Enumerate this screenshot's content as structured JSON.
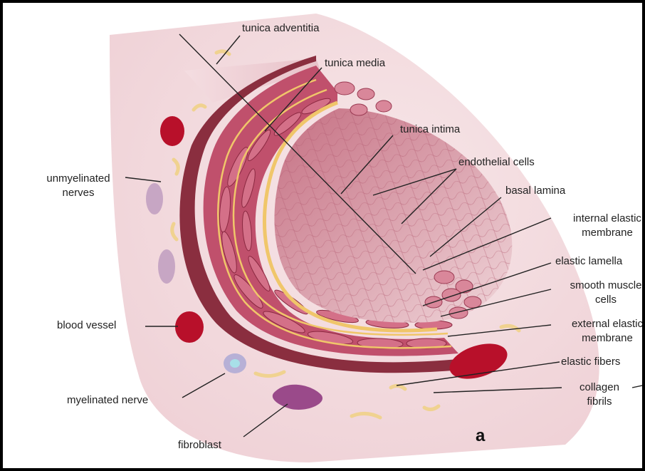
{
  "labels": {
    "tunica_adventitia": "tunica adventitia",
    "tunica_media": "tunica  media",
    "tunica_intima": "tunica  intima",
    "endothelial_cells": "endothelial cells",
    "basal_lamina": "basal lamina",
    "internal_elastic_membrane_1": "internal elastic",
    "internal_elastic_membrane_2": "membrane",
    "elastic_lamella": "elastic lamella",
    "smooth_muscle_cells_1": "smooth muscle",
    "smooth_muscle_cells_2": "cells",
    "external_elastic_membrane_1": "external elastic",
    "external_elastic_membrane_2": "membrane",
    "elastic_fibers": "elastic fibers",
    "collagen_fibrils_1": "collagen",
    "collagen_fibrils_2": "fibrils",
    "unmyelinated_nerves_1": "unmyelinated",
    "unmyelinated_nerves_2": "nerves",
    "blood_vessel": "blood vessel",
    "myelinated_nerve": "myelinated nerve",
    "fibroblast": "fibroblast"
  },
  "panel_letter": "a",
  "colors": {
    "adventitia": "#f2d8dc",
    "media": "#c0506c",
    "intima": "#e4b5bc",
    "elastic": "#f0c66a",
    "red_cell": "#b8102a"
  }
}
